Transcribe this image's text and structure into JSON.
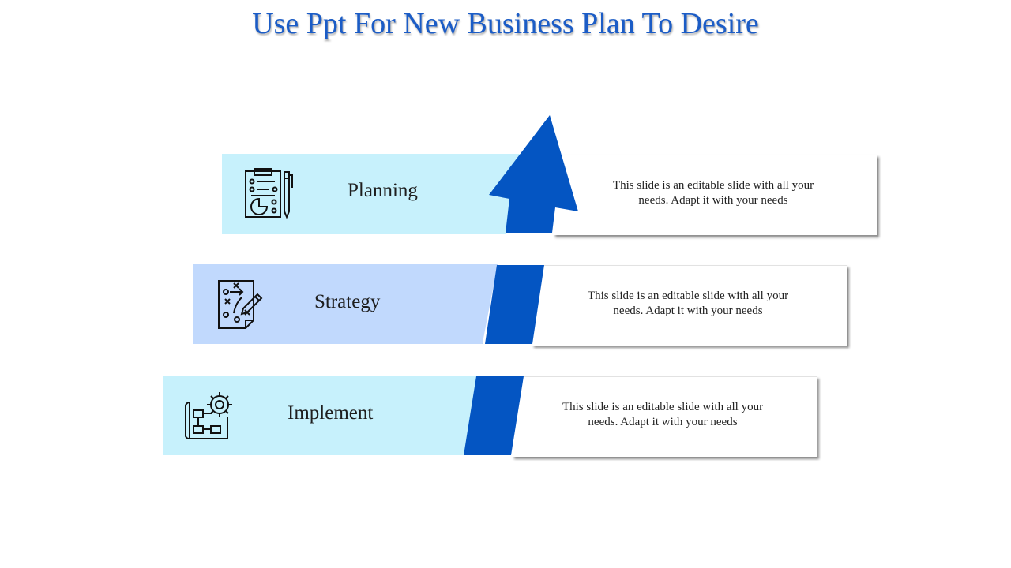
{
  "title": "Use Ppt For New Business Plan To Desire",
  "colors": {
    "title": "#1b5cc6",
    "arrow_blue": "#0455c2",
    "light_cyan": "#c7f1fc",
    "light_blue": "#c1d9fd"
  },
  "steps": [
    {
      "label": "Planning",
      "description": "This slide is an editable slide with all your needs. Adapt it with your needs",
      "icon": "planning-clipboard-icon"
    },
    {
      "label": "Strategy",
      "description": "This slide is an editable slide with all your needs. Adapt it with your needs",
      "icon": "strategy-plan-icon"
    },
    {
      "label": "Implement",
      "description": "This slide is an editable slide with all your needs. Adapt it with your needs",
      "icon": "implement-gear-blueprint-icon"
    }
  ]
}
